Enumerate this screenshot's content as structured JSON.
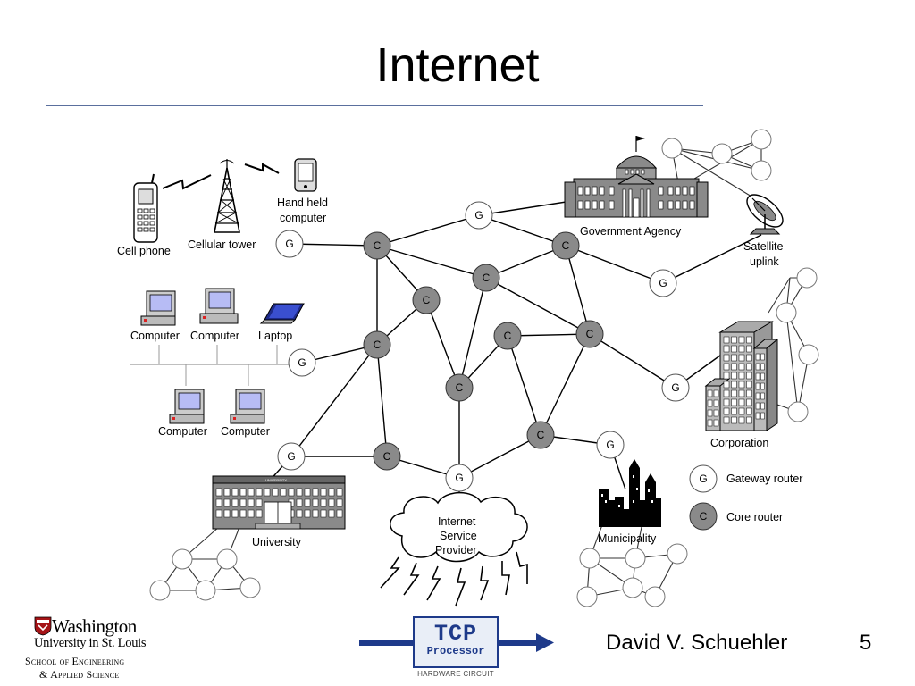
{
  "slide": {
    "title": "Internet",
    "author": "David V. Schuehler",
    "page_number": "5"
  },
  "diagram": {
    "nodes": {
      "gateway_letter": "G",
      "core_letter": "C"
    },
    "labels": {
      "cell_phone": "Cell phone",
      "cellular_tower": "Cellular tower",
      "hand_held_line1": "Hand held",
      "hand_held_line2": "computer",
      "government_agency": "Government Agency",
      "satellite_line1": "Satellite",
      "satellite_line2": "uplink",
      "computer": "Computer",
      "laptop": "Laptop",
      "corporation": "Corporation",
      "university": "University",
      "university_sign": "UNIVERSITY",
      "isp_line1": "Internet",
      "isp_line2": "Service",
      "isp_line3": "Provider",
      "municipality": "Municipality"
    },
    "legend": {
      "gateway": "Gateway router",
      "core": "Core router"
    }
  },
  "footer": {
    "washington": "Washington",
    "university_line": "University in St. Louis",
    "school_line1": "School of Engineering",
    "school_line2": "& Applied Science",
    "tcp_main": "TCP",
    "tcp_sub": "Processor",
    "tcp_caption": "HARDWARE CIRCUIT"
  },
  "colors": {
    "accent_blue": "#1e3a8a",
    "core_router_fill": "#8a8a8a",
    "rule_color": "#1f3b8c"
  }
}
